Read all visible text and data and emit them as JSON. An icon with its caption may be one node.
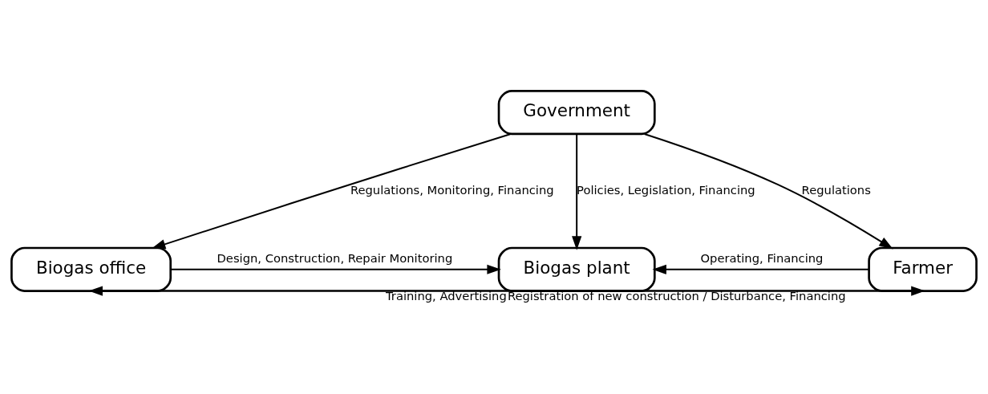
{
  "diagram": {
    "nodes": [
      {
        "text": [
          "Government"
        ]
      },
      {
        "text": [
          "Biogas office"
        ]
      },
      {
        "text": [
          "Biogas plant"
        ]
      },
      {
        "text": [
          "Farmer"
        ]
      }
    ],
    "edges": [
      {
        "from": 0,
        "to": 1,
        "arrow": "to",
        "label": "Regulations, Monitoring, Financing"
      },
      {
        "from": 0,
        "to": 2,
        "arrow": "to",
        "label": "Policies, Legislation, Financing"
      },
      {
        "from": 0,
        "to": 3,
        "arrow": "to",
        "label": "Regulations"
      },
      {
        "from": 1,
        "to": 2,
        "arrow": "to",
        "label": "Design, Construction, Repair Monitoring"
      },
      {
        "from": 3,
        "to": 2,
        "arrow": "to",
        "label": "Operating, Financing"
      },
      {
        "from": 3,
        "to": 1,
        "arrow": "to",
        "label": "Registration of new construction / Disturbance, Financing"
      },
      {
        "from": 1,
        "to": 3,
        "arrow": "to",
        "label": "Training, Advertising"
      }
    ]
  }
}
